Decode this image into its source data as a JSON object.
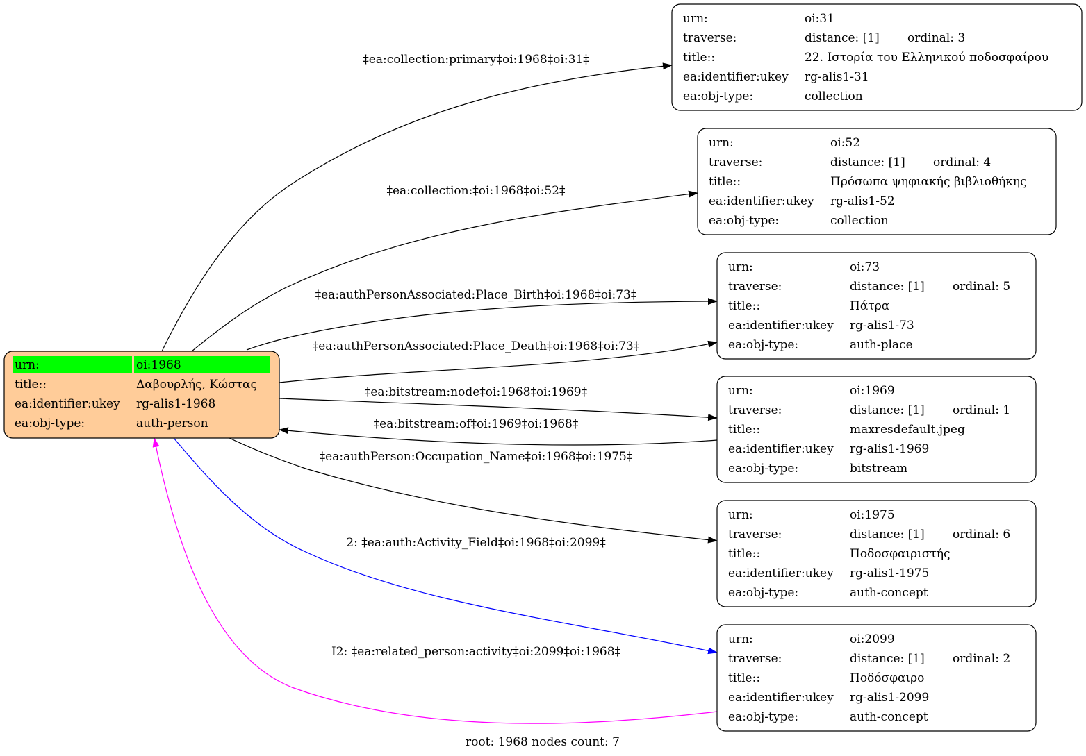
{
  "root_node": {
    "rows": [
      {
        "key": "urn:",
        "value": "oi:1968"
      },
      {
        "key": "title::",
        "value": "Δαβουρλής, Κώστας"
      },
      {
        "key": "ea:identifier:ukey",
        "value": "rg-alis1-1968"
      },
      {
        "key": "ea:obj-type:",
        "value": "auth-person"
      }
    ],
    "fill": "#ffcc99",
    "highlight": "#00ff00"
  },
  "nodes": [
    {
      "id": "n31",
      "urn": "oi:31",
      "distance": "distance: [1]",
      "ordinal": "ordinal: 3",
      "title": "22. Ιστορία του Ελληνικού ποδοσφαίρου",
      "ukey": "rg-alis1-31",
      "type": "collection"
    },
    {
      "id": "n52",
      "urn": "oi:52",
      "distance": "distance: [1]",
      "ordinal": "ordinal: 4",
      "title": "Πρόσωπα ψηφιακής βιβλιοθήκης",
      "ukey": "rg-alis1-52",
      "type": "collection"
    },
    {
      "id": "n73",
      "urn": "oi:73",
      "distance": "distance: [1]",
      "ordinal": "ordinal: 5",
      "title": "Πάτρα",
      "ukey": "rg-alis1-73",
      "type": "auth-place"
    },
    {
      "id": "n1969",
      "urn": "oi:1969",
      "distance": "distance: [1]",
      "ordinal": "ordinal: 1",
      "title": "maxresdefault.jpeg",
      "ukey": "rg-alis1-1969",
      "type": "bitstream"
    },
    {
      "id": "n1975",
      "urn": "oi:1975",
      "distance": "distance: [1]",
      "ordinal": "ordinal: 6",
      "title": "Ποδοσφαιριστής",
      "ukey": "rg-alis1-1975",
      "type": "auth-concept"
    },
    {
      "id": "n2099",
      "urn": "oi:2099",
      "distance": "distance: [1]",
      "ordinal": "ordinal: 2",
      "title": "Ποδόσφαιρο",
      "ukey": "rg-alis1-2099",
      "type": "auth-concept"
    }
  ],
  "row_keys": {
    "urn": "urn:",
    "traverse": "traverse:",
    "title": "title::",
    "ukey": "ea:identifier:ukey",
    "type": "ea:obj-type:"
  },
  "edges": [
    {
      "id": "e1",
      "label": "‡ea:collection:primary‡oi:1968‡oi:31‡",
      "color": "#000000"
    },
    {
      "id": "e2",
      "label": "‡ea:collection:‡oi:1968‡oi:52‡",
      "color": "#000000"
    },
    {
      "id": "e3",
      "label": "‡ea:authPersonAssociated:Place_Birth‡oi:1968‡oi:73‡",
      "color": "#000000"
    },
    {
      "id": "e4",
      "label": "‡ea:authPersonAssociated:Place_Death‡oi:1968‡oi:73‡",
      "color": "#000000"
    },
    {
      "id": "e5",
      "label": "‡ea:bitstream:node‡oi:1968‡oi:1969‡",
      "color": "#000000"
    },
    {
      "id": "e6",
      "label": "‡ea:bitstream:of‡oi:1969‡oi:1968‡",
      "color": "#000000"
    },
    {
      "id": "e7",
      "label": "‡ea:authPerson:Occupation_Name‡oi:1968‡oi:1975‡",
      "color": "#000000"
    },
    {
      "id": "e8",
      "label": "2: ‡ea:auth:Activity_Field‡oi:1968‡oi:2099‡",
      "color": "#0000ff"
    },
    {
      "id": "e9",
      "label": "I2: ‡ea:related_person:activity‡oi:2099‡oi:1968‡",
      "color": "#ff00ff"
    }
  ],
  "footer": "root: 1968 nodes count: 7"
}
